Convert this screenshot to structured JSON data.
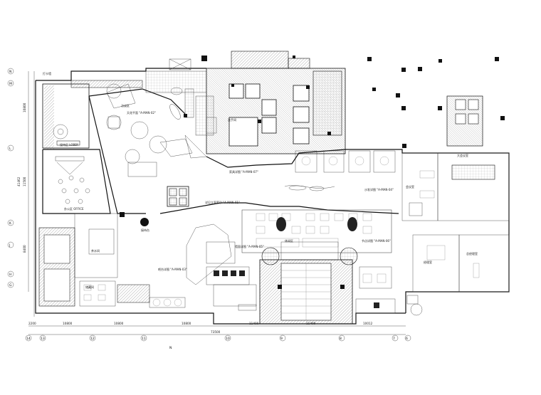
{
  "plan": {
    "top_label": "打卡墙",
    "north_mark": "N",
    "row_axes": [
      {
        "id": "row-axis-1",
        "label": "N"
      },
      {
        "id": "row-axis-2",
        "label": "M"
      },
      {
        "id": "row-axis-3",
        "label": "L"
      },
      {
        "id": "row-axis-4",
        "label": "K"
      },
      {
        "id": "row-axis-5",
        "label": "J"
      },
      {
        "id": "row-axis-6",
        "label": "H"
      },
      {
        "id": "row-axis-7",
        "label": "G"
      }
    ],
    "col_axes": [
      {
        "id": "col-axis-1",
        "label": "14"
      },
      {
        "id": "col-axis-2",
        "label": "13"
      },
      {
        "id": "col-axis-3",
        "label": "12"
      },
      {
        "id": "col-axis-4",
        "label": "11"
      },
      {
        "id": "col-axis-5",
        "label": "10"
      },
      {
        "id": "col-axis-6",
        "label": "9"
      },
      {
        "id": "col-axis-7",
        "label": "8"
      },
      {
        "id": "col-axis-8",
        "label": "7"
      },
      {
        "id": "col-axis-9",
        "label": "6"
      }
    ],
    "bottom_dims": [
      "2200",
      "10800",
      "10800",
      "10800",
      "11400",
      "11400",
      "10012"
    ],
    "total_dim": "73500",
    "left_dims": [
      "10800",
      "41462",
      "11500",
      "8400"
    ],
    "rooms": [
      {
        "id": "room-1",
        "text": "接待区 LOBBY"
      },
      {
        "id": "room-2",
        "text": "办公区 OFFICE"
      },
      {
        "id": "room-3",
        "text": "洽谈区"
      },
      {
        "id": "room-4",
        "text": "接待台"
      },
      {
        "id": "room-5",
        "text": "休闲区"
      },
      {
        "id": "room-6",
        "text": "会议室"
      },
      {
        "id": "room-7",
        "text": "经理室"
      },
      {
        "id": "room-8",
        "text": "茶水间"
      },
      {
        "id": "room-9",
        "text": "储藏间"
      },
      {
        "id": "room-10",
        "text": "大会议室"
      },
      {
        "id": "room-11",
        "text": "总经理室"
      },
      {
        "id": "room-12",
        "text": "洗手间"
      }
    ],
    "callouts": [
      {
        "id": "callout-1",
        "text": "详见立面索引 \"A-MAN-01\""
      },
      {
        "id": "callout-2",
        "text": "天花平面 \"A-MAN-02\""
      },
      {
        "id": "callout-3",
        "text": "吧台详图 \"A-MAN-03\""
      },
      {
        "id": "callout-4",
        "text": "沙发详图 \"A-MAN-04\""
      },
      {
        "id": "callout-5",
        "text": "墙面详图 \"A-MAN-05\""
      },
      {
        "id": "callout-6",
        "text": "节点详图 \"A-MAN-06\""
      },
      {
        "id": "callout-7",
        "text": "家具详图 \"A-MAN-07\""
      }
    ]
  }
}
